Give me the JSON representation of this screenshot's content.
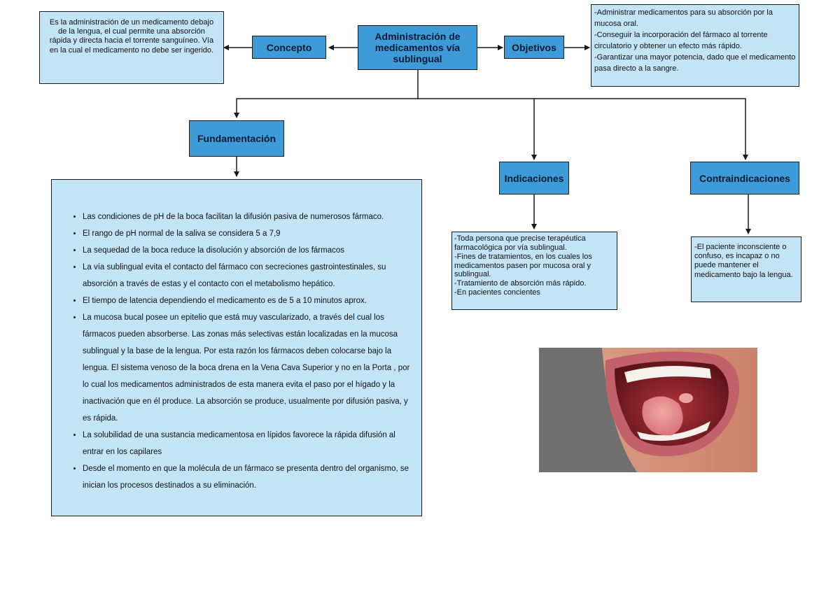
{
  "main": {
    "title": "Administración de medicamentos vía sublingual"
  },
  "concepto": {
    "label": "Concepto",
    "text": "Es la administración de un medicamento debajo de la lengua, el cual permite una absorción rápida y directa hacia el torrente sanguíneo. Vía en la cual el medicamento no debe ser ingerido."
  },
  "objetivos": {
    "label": "Objetivos",
    "lines": [
      "-Administrar medicamentos para su absorción por la mucosa oral.",
      "-Conseguir la incorporación del fármaco al torrente circulatorio y obtener un efecto más rápido.",
      "-Garantizar una mayor potencia, dado que el medicamento pasa directo a la sangre."
    ]
  },
  "fundamentacion": {
    "label": "Fundamentación",
    "items": [
      "Las condiciones de pH de la boca facilitan la difusión pasiva de numerosos fármaco.",
      "El rango de pH normal de la saliva se considera 5 a 7,9",
      "La sequedad de la boca reduce la disolución y absorción de los fármacos",
      "La vía sublingual evita el contacto del fármaco con secreciones gastrointestinales, su absorción a través de estas y el contacto con el metabolismo hepático.",
      "El tiempo de latencia dependiendo el medicamento es de 5 a 10 minutos aprox.",
      "La mucosa bucal posee un epitelio que está muy vascularizado, a través del cual los fármacos pueden absorberse. Las zonas más selectivas están localizadas en la mucosa sublingual y la base de la lengua. Por esta razón los fármacos deben colocarse bajo la lengua. El sistema venoso de la boca drena en la Vena Cava Superior y no en la Porta , por lo cual los medicamentos administrados de esta manera evita el paso por el hígado y la inactivación que en él produce. La absorción se produce, usualmente por difusión pasiva, y es rápida.",
      "La solubilidad de una sustancia medicamentosa en lípidos favorece la rápida difusión al entrar en los capilares",
      "Desde el momento en que la molécula de un fármaco se presenta dentro del organismo, se inician los procesos destinados a su eliminación."
    ]
  },
  "indicaciones": {
    "label": "Indicaciones",
    "lines": [
      "-Toda persona que precise terapéutica farmacológica por vía sublingual.",
      "-Fines de tratamientos, en los cuales los medicamentos pasen por mucosa oral y sublingual.",
      "-Tratamiento de absorción más rápido.",
      "-En pacientes concientes"
    ]
  },
  "contraindicaciones": {
    "label": "Contraindicaciones",
    "lines": [
      "-El paciente inconsciente o confuso, es incapaz o no puede mantener el medicamento bajo la lengua."
    ]
  },
  "colors": {
    "dark_box": "#3d9bd8",
    "light_box": "#c3e4f6",
    "border": "#1a1a1a"
  }
}
